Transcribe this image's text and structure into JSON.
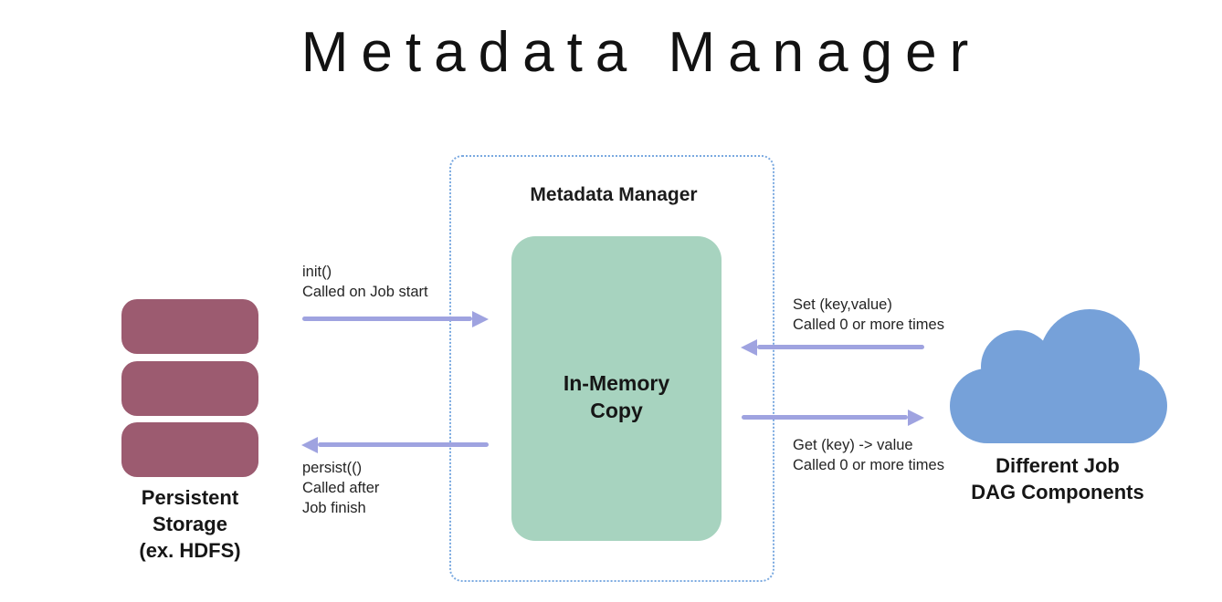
{
  "title": "Metadata Manager",
  "colors": {
    "maroon": "#9c5b70",
    "green": "#a7d3bf",
    "blue": "#76a1d9",
    "arrow": "#9fa3e0",
    "border-blue": "#7aa9e0"
  },
  "manager": {
    "label": "Metadata Manager",
    "memory_box": {
      "lines": [
        "In-Memory",
        "Copy"
      ]
    }
  },
  "storage": {
    "label_lines": [
      "Persistent",
      "Storage",
      "(ex. HDFS)"
    ]
  },
  "cloud": {
    "label_lines": [
      "Different Job",
      "DAG Components"
    ]
  },
  "arrows": {
    "init": {
      "direction": "right",
      "note_lines": [
        "init()",
        "Called on Job start"
      ]
    },
    "persist": {
      "direction": "left",
      "note_lines": [
        "persist(()",
        "Called after",
        "Job finish"
      ]
    },
    "set": {
      "direction": "left",
      "note_lines": [
        "Set (key,value)",
        "Called 0 or more times"
      ]
    },
    "get": {
      "direction": "right",
      "note_lines": [
        "Get (key) -> value",
        "Called 0 or more times"
      ]
    }
  }
}
